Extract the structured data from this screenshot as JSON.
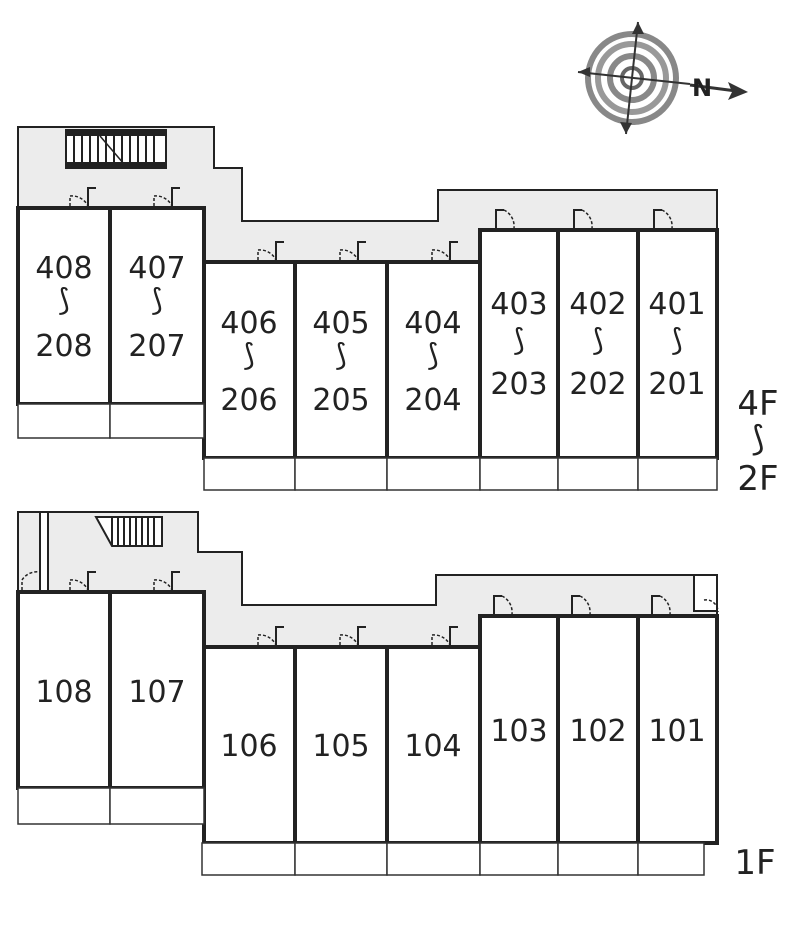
{
  "compass": {
    "letter": "N"
  },
  "floors": [
    {
      "id": "upper",
      "label_top": "4F",
      "label_mid": "⟆",
      "label_bot": "2F",
      "units": [
        {
          "top": "408",
          "sep": "⟆",
          "bot": "208"
        },
        {
          "top": "407",
          "sep": "⟆",
          "bot": "207"
        },
        {
          "top": "406",
          "sep": "⟆",
          "bot": "206"
        },
        {
          "top": "405",
          "sep": "⟆",
          "bot": "205"
        },
        {
          "top": "404",
          "sep": "⟆",
          "bot": "204"
        },
        {
          "top": "403",
          "sep": "⟆",
          "bot": "203"
        },
        {
          "top": "402",
          "sep": "⟆",
          "bot": "202"
        },
        {
          "top": "401",
          "sep": "⟆",
          "bot": "201"
        }
      ]
    },
    {
      "id": "ground",
      "label": "1F",
      "units": [
        {
          "num": "108"
        },
        {
          "num": "107"
        },
        {
          "num": "106"
        },
        {
          "num": "105"
        },
        {
          "num": "104"
        },
        {
          "num": "103"
        },
        {
          "num": "102"
        },
        {
          "num": "101"
        }
      ]
    }
  ]
}
